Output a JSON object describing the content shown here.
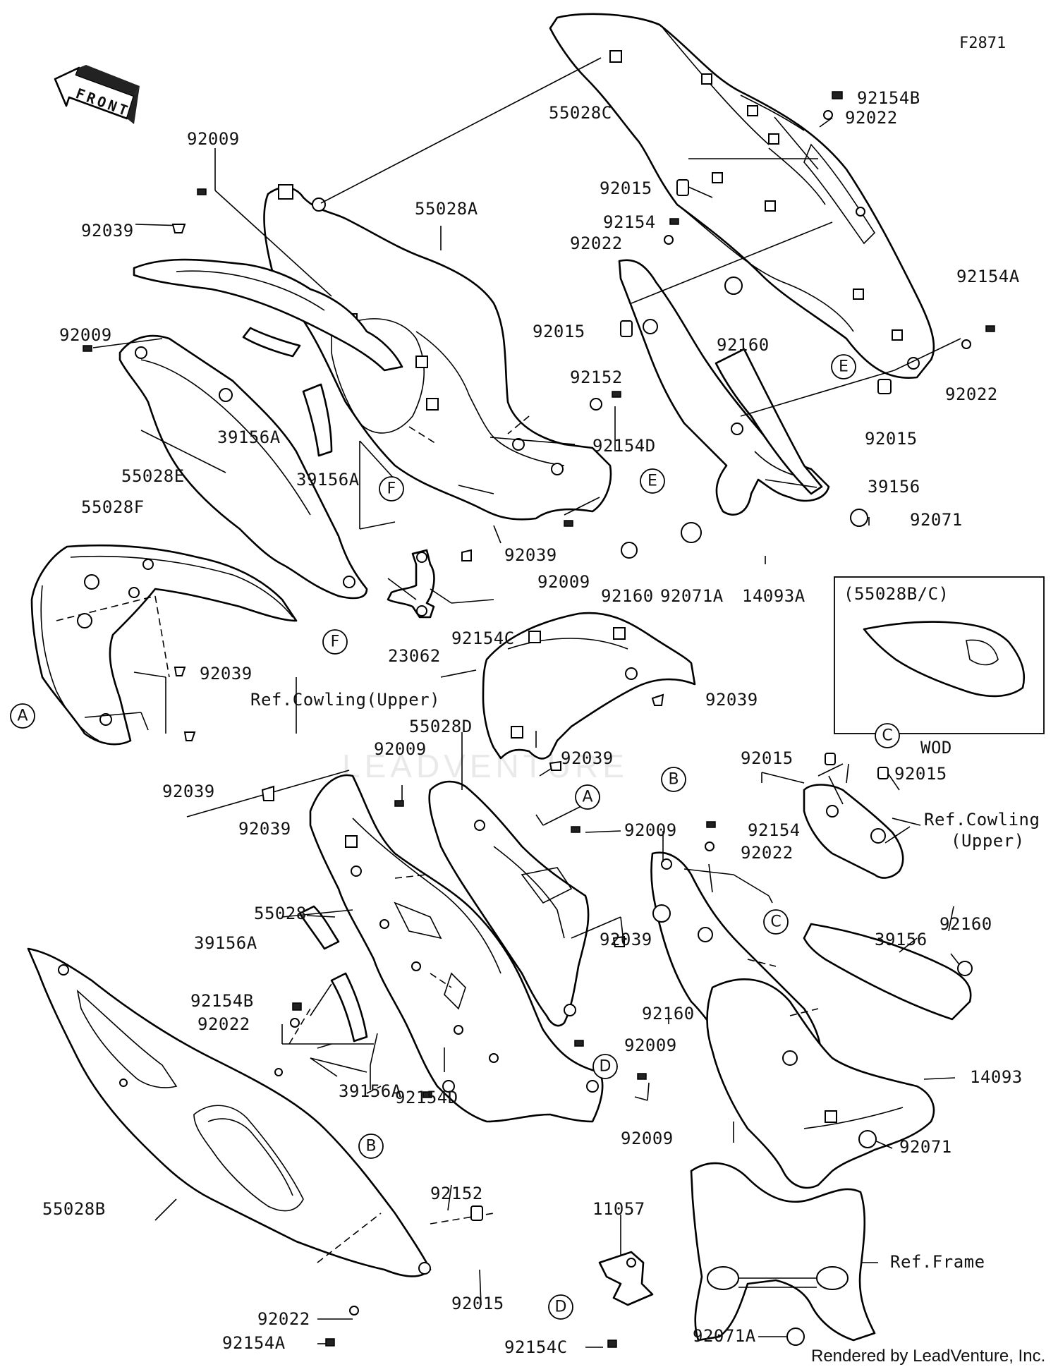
{
  "figure_code": "F2871",
  "front_label": "FRONT",
  "rendered_by": "Rendered by LeadVenture, Inc.",
  "watermark": "LEADVENTURE",
  "wod_box": {
    "title": "(55028B/C)",
    "caption": "WOD"
  },
  "ref_labels": {
    "cowling_upper_1": "Ref.Cowling(Upper)",
    "cowling_upper_2a": "Ref.Cowling",
    "cowling_upper_2b": "(Upper)",
    "frame": "Ref.Frame"
  },
  "refs": [
    "A",
    "B",
    "C",
    "D",
    "E",
    "F"
  ],
  "labels": {
    "p55028C": "55028C",
    "p92154B_1": "92154B",
    "p92022_1": "92022",
    "p92015_1": "92015",
    "p92154_1": "92154",
    "p92022_2": "92022",
    "p92015_2": "92015",
    "p92160_1": "92160",
    "p92154A_1": "92154A",
    "p92022_3": "92022",
    "p92015_3": "92015",
    "p39156_1": "39156",
    "p92071_1": "92071",
    "p14093A": "14093A",
    "p92071A_1": "92071A",
    "p92160_2": "92160",
    "p92009_1": "92009",
    "p55028A": "55028A",
    "p92039_1": "92039",
    "p92009_2": "92009",
    "p39156A_1": "39156A",
    "p39156A_2": "39156A",
    "p55028E": "55028E",
    "p55028F": "55028F",
    "p92152_1": "92152",
    "p92154D_1": "92154D",
    "p92039_2": "92039",
    "p92009_3": "92009",
    "p23062": "23062",
    "p92154C_1": "92154C",
    "p92039_3": "92039",
    "p92039_4": "92039",
    "p92039_5": "92039",
    "p55028D": "55028D",
    "p92009_4": "92009",
    "p92039_6": "92039",
    "p92039_7": "92039",
    "p92009_5": "92009",
    "p92015_4": "92015",
    "p92015_5": "92015",
    "p92154_2": "92154",
    "p92022_4": "92022",
    "p55028": "55028",
    "p39156A_3": "39156A",
    "p92154B_2": "92154B",
    "p92022_5": "92022",
    "p39156A_4": "39156A",
    "p92039_8": "92039",
    "p92160_3": "92160",
    "p39156_2": "39156",
    "p92160_4": "92160",
    "p92009_6": "92009",
    "p14093": "14093",
    "p92154D_2": "92154D",
    "p92009_7": "92009",
    "p92071_2": "92071",
    "p92152_2": "92152",
    "p55028B": "55028B",
    "p11057": "11057",
    "p92015_6": "92015",
    "p92022_6": "92022",
    "p92154A_2": "92154A",
    "p92154C_2": "92154C",
    "p92071A_2": "92071A"
  }
}
